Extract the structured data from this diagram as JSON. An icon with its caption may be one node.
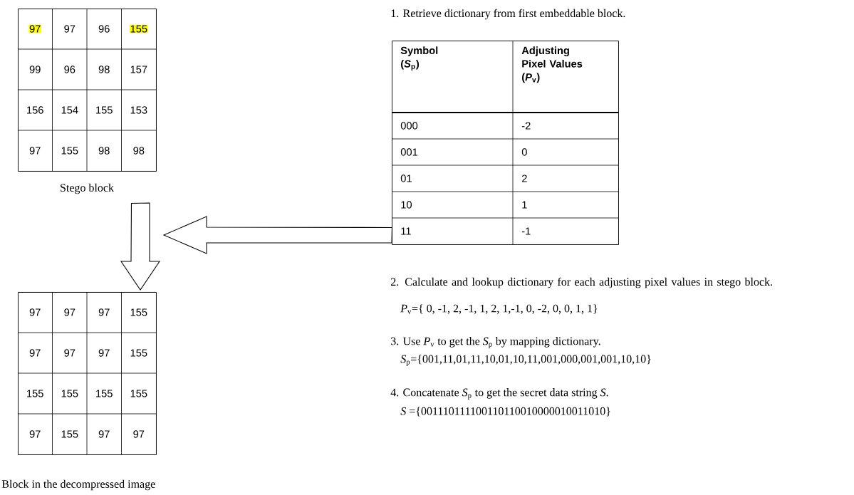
{
  "diagram": {
    "nodes": [
      {
        "text": [
          "97",
          "97",
          "96",
          "155",
          "99",
          "96",
          "98",
          "157",
          "156",
          "154",
          "155",
          "153",
          "97",
          "155",
          "98",
          "98"
        ],
        "beside": [
          "Stego block"
        ]
      },
      {
        "text": [
          "Symbol (*S*$_{p}$)",
          "Adjusting Pixel Values (*P*$_{v}$)",
          "000",
          "-2",
          "001",
          "0",
          "01",
          "2",
          "10",
          "1",
          "11",
          "-1"
        ]
      },
      {
        "text": [
          "97",
          "97",
          "97",
          "155",
          "97",
          "97",
          "97",
          "155",
          "155",
          "155",
          "155",
          "155",
          "97",
          "155",
          "97",
          "97"
        ],
        "beside": [
          "Block in the decompressed image"
        ]
      }
    ],
    "edges": [
      {
        "from": 0,
        "to": 2,
        "arrow": "to"
      },
      {
        "from": 1,
        "to": null,
        "arrow": "to"
      }
    ],
    "labels": [
      "1. Retrieve dictionary from first embeddable block.",
      "2. Calculate and lookup dictionary for each adjusting pixel values in stego block.",
      "*P*$_{v}$={ 0, -1, 2, -1, 1, 2, 1,-1, 0, -2, 0, 0, 1, 1}",
      "3. Use *P*$_{v}$ to get the *S*$_{p}$ by mapping dictionary.",
      "*S*$_{p}$={001,11,01,11,10,01,10,11,001,000,001,001,10,10}",
      "4. Concatenate *S*$_{p}$ to get the secret data string *S*.",
      "*S* ={001110111100110110010000010011010}"
    ]
  }
}
